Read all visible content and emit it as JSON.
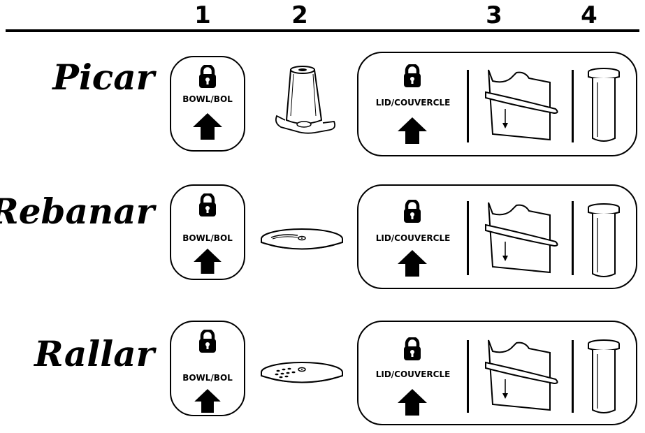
{
  "header": {
    "columns": [
      "1",
      "2",
      "3",
      "4"
    ]
  },
  "rows": [
    {
      "label": "Picar",
      "bowl_text": "BOWL/BOL",
      "lid_text": "LID/COUVERCLE",
      "accessory": "chopping-blade"
    },
    {
      "label": "Rebanar",
      "bowl_text": "BOWL/BOL",
      "lid_text": "LID/COUVERCLE",
      "accessory": "slicing-disc"
    },
    {
      "label": "Rallar",
      "bowl_text": "BOWL/BOL",
      "lid_text": "LID/COUVERCLE",
      "accessory": "shredding-disc"
    }
  ],
  "icons": {
    "lock": "padlock-icon",
    "arrow": "up-arrow-icon",
    "chute": "feed-chute-icon",
    "pusher": "food-pusher-icon"
  },
  "colors": {
    "ink": "#000000",
    "background": "#ffffff"
  }
}
